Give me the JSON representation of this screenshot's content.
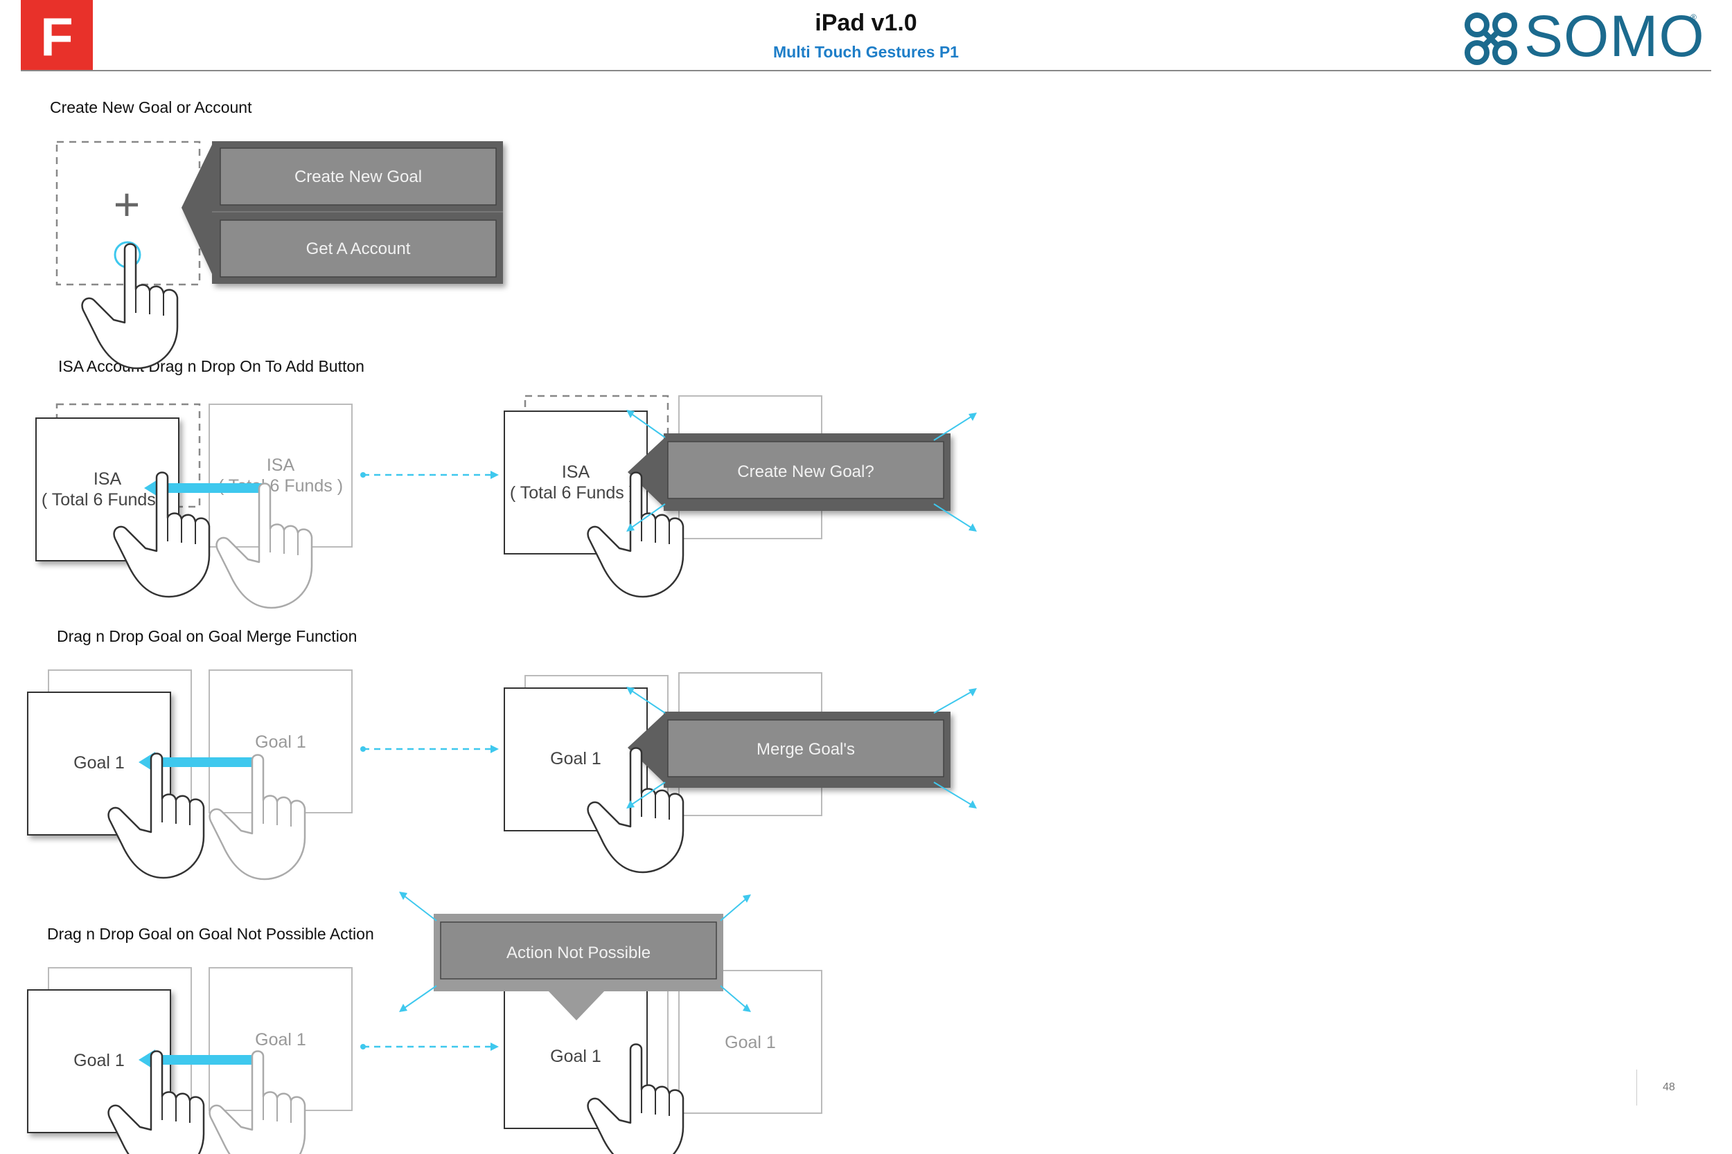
{
  "header": {
    "title": "iPad v1.0",
    "subtitle": "Multi Touch Gestures P1",
    "logo_letter": "F",
    "brand": "SOMO",
    "brand_reg": "®",
    "accent_red": "#e8312a",
    "accent_blue": "#1e7ec8",
    "brand_color": "#1b6a8e"
  },
  "sections": {
    "create": {
      "label": "Create New Goal or  Account",
      "plus": "+",
      "menu": [
        "Create New Goal",
        "Get A Account"
      ]
    },
    "isa": {
      "label": "ISA Account Drag n Drop  On To Add Button",
      "card_title": "ISA",
      "card_sub": "( Total 6 Funds )",
      "popup": "Create New Goal?"
    },
    "merge": {
      "label": "Drag n Drop Goal on Goal Merge Function",
      "card_title": "Goal 1",
      "popup": "Merge Goal's"
    },
    "notpossible": {
      "label": "Drag n Drop Goal on Goal  Not Possible Action",
      "card_title": "Goal 1",
      "popup": "Action Not Possible"
    }
  },
  "colors": {
    "cyan": "#3ec8ee",
    "popup_dark": "#5f5f5f",
    "popup_btn": "#8c8c8c",
    "popup_light": "#9b9b9b"
  },
  "page_number": "48"
}
